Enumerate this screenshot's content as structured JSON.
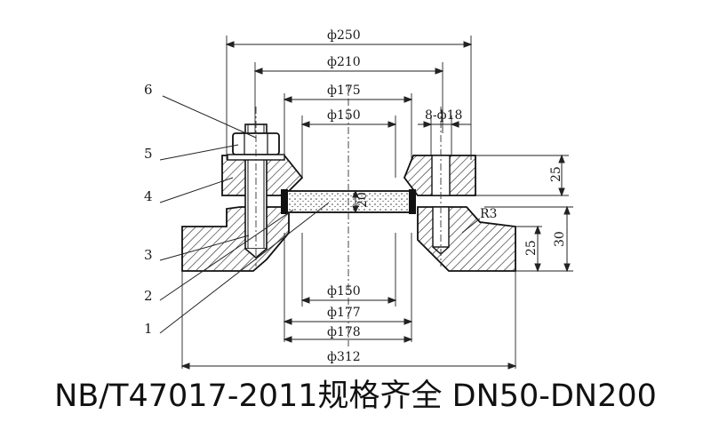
{
  "diagram": {
    "dimensions": {
      "d250": "ф250",
      "d210": "ф210",
      "d175": "ф175",
      "d150_top": "ф150",
      "bolt_holes": "8-ф18",
      "h25_top": "25",
      "h20": "20",
      "r3": "R3",
      "h25_bottom": "25",
      "h30": "30",
      "d150_bottom": "ф150",
      "d177": "ф177",
      "d178": "ф178",
      "d312": "ф312"
    },
    "part_numbers": [
      "6",
      "5",
      "4",
      "3",
      "2",
      "1"
    ]
  },
  "caption": "NB/T47017-2011规格齐全 DN50-DN200"
}
